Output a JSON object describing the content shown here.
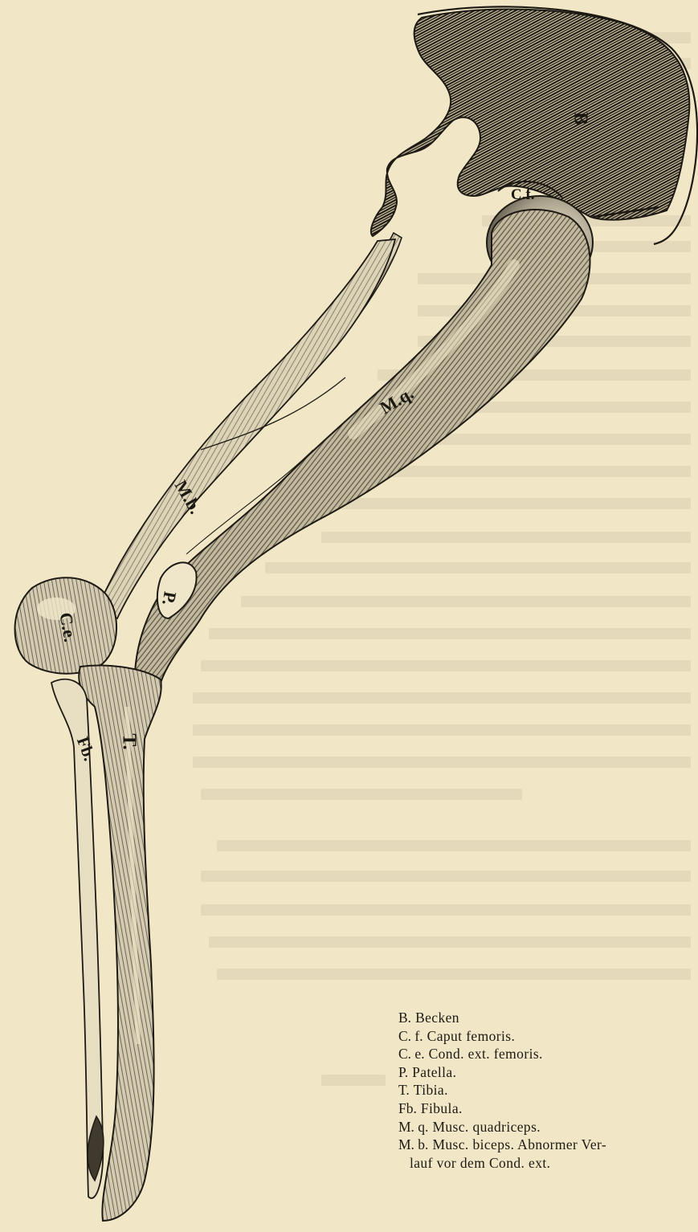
{
  "figure": {
    "labels": {
      "becken": "B",
      "caput_femoris": "C.f.",
      "musc_quadriceps": "M.q.",
      "musc_biceps": "M.b.",
      "condylus": "C.e.",
      "patella": "P.",
      "tibia": "T.",
      "fibula": "Fb."
    }
  },
  "legend": {
    "items": [
      {
        "abbr": "B.",
        "desc": "Becken"
      },
      {
        "abbr": "C. f.",
        "desc": "Caput femoris."
      },
      {
        "abbr": "C. e.",
        "desc": "Cond. ext. femoris."
      },
      {
        "abbr": "P.",
        "desc": "Patella."
      },
      {
        "abbr": "T.",
        "desc": "Tibia."
      },
      {
        "abbr": "Fb.",
        "desc": "Fibula."
      },
      {
        "abbr": "M. q.",
        "desc": "Musc. quadriceps."
      },
      {
        "abbr": "M. b.",
        "desc": "Musc. biceps. Abnormer Ver-"
      }
    ],
    "continuation": "lauf vor dem Cond. ext."
  },
  "colors": {
    "paper": "#f1e7c7",
    "ink": "#1d1a14",
    "bone_shade": "#8f8877",
    "muscle_shade": "#a59d88"
  }
}
